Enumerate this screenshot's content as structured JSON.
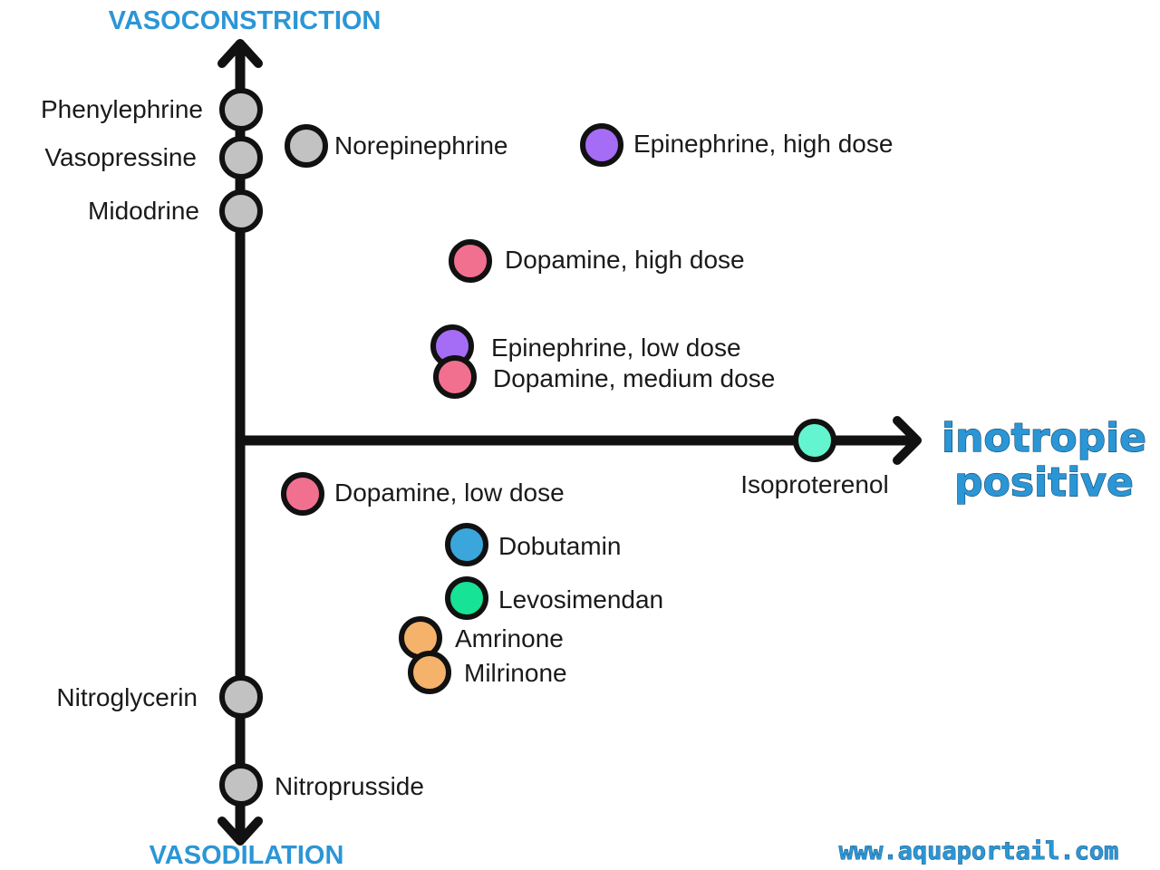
{
  "axes": {
    "top_label": "VASOCONSTRICTION",
    "bottom_label": "VASODILATION",
    "right_label_line1": "inotropie",
    "right_label_line2": "positive"
  },
  "colors": {
    "axis_title": "#2b96d6",
    "axis_line": "#111111",
    "gray": "#c2c2c2",
    "purple": "#a56cf5",
    "pink": "#f2708f",
    "mint": "#63f5cf",
    "blue": "#3aa6dc",
    "green": "#16e395",
    "orange": "#f5b26a"
  },
  "drugs": [
    {
      "label": "Phenylephrine",
      "color": "gray"
    },
    {
      "label": "Vasopressine",
      "color": "gray"
    },
    {
      "label": "Midodrine",
      "color": "gray"
    },
    {
      "label": "Norepinephrine",
      "color": "gray"
    },
    {
      "label": "Epinephrine, high dose",
      "color": "purple"
    },
    {
      "label": "Dopamine, high dose",
      "color": "pink"
    },
    {
      "label": "Epinephrine, low dose",
      "color": "purple"
    },
    {
      "label": "Dopamine, medium dose",
      "color": "pink"
    },
    {
      "label": "Isoproterenol",
      "color": "mint"
    },
    {
      "label": "Dopamine, low dose",
      "color": "pink"
    },
    {
      "label": "Dobutamin",
      "color": "blue"
    },
    {
      "label": "Levosimendan",
      "color": "green"
    },
    {
      "label": "Amrinone",
      "color": "orange"
    },
    {
      "label": "Milrinone",
      "color": "orange"
    },
    {
      "label": "Nitroglycerin",
      "color": "gray"
    },
    {
      "label": "Nitroprusside",
      "color": "gray"
    }
  ],
  "watermark": "www.aquaportail.com"
}
